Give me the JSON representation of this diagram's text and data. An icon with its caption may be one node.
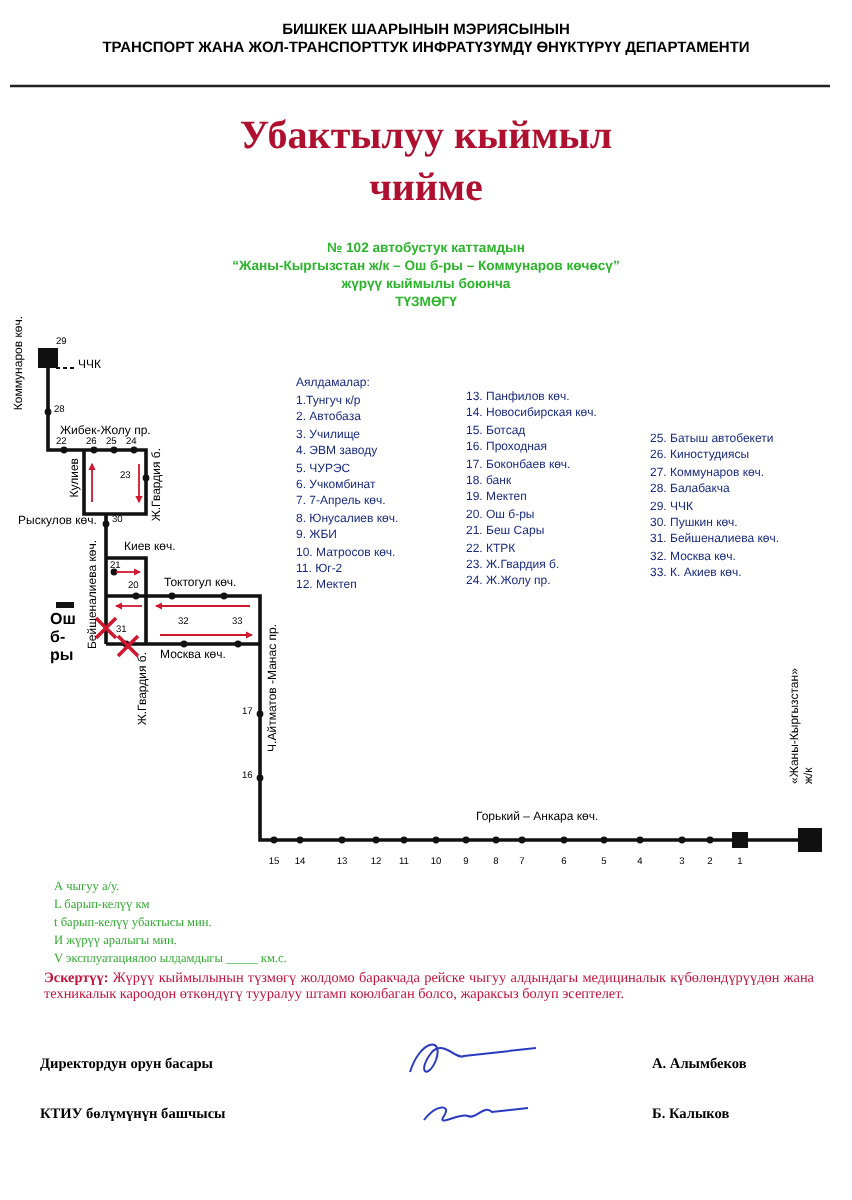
{
  "diagram": {
    "title": "Убактылуу кыймыл чийме",
    "labels": [
      "БИШКЕК ШААРЫНЫН МЭРИЯСЫНЫН",
      "ТРАНСПОРТ ЖАНА ЖОЛ-ТРАНСПОРТТУК ИНФРАТҮЗҮМДҮ ӨНҮКТҮРҮҮ ДЕПАРТАМЕНТИ",
      "№ 102 автобустук каттамдын",
      "“Жаны-Кыргызстан ж/к – Ош б-ры – Коммунаров көчөсү”",
      "жүрүү кыймылы боюнча",
      "ТҮЗМӨГҮ",
      "Коммунаров көч.",
      "29",
      "ЧЧК",
      "28",
      "Жибек-Жолу пр.",
      "22",
      "26",
      "25",
      "24",
      "Кулиев",
      "23",
      "Ж.Гвардия б.",
      "Рыскулов көч.",
      "30",
      "Киев көч.",
      "21",
      "20",
      "Токтогул көч.",
      "Ош б-ры",
      "Бейшеналиева көч.",
      "31",
      "32",
      "33",
      "Москва көч.",
      "Ж.Гвардия б.",
      "Ч.Айтматов -Манас пр.",
      "17",
      "16",
      "«Жаны-Кыргызстан» ж/к",
      "Горький – Анкара көч.",
      "15",
      "14",
      "13",
      "12",
      "11",
      "10",
      "9",
      "8",
      "7",
      "6",
      "5",
      "4",
      "3",
      "2",
      "1",
      "Аялдамалар:",
      "1.Тунгуч к/р",
      "2. Автобаза",
      "3. Училище",
      "4. ЭВМ заводу",
      "5. ЧУРЭС",
      "6. Учкомбинат",
      "7. 7-Апрель көч.",
      "8. Юнусалиев көч.",
      "9. ЖБИ",
      "10. Матросов көч.",
      "11. Юг-2",
      "12. Мектеп",
      "13. Панфилов көч.",
      "14. Новосибирская көч.",
      "15. Ботсад",
      "16. Проходная",
      "17. Боконбаев көч.",
      "18. банк",
      "19. Мектеп",
      "20. Ош б-ры",
      "21. Беш Сары",
      "22. КТРК",
      "23. Ж.Гвардия б.",
      "24. Ж.Жолу пр.",
      "25. Батыш автобекети",
      "26. Киностудиясы",
      "27. Коммунаров көч.",
      "28. Балабакча",
      "29. ЧЧК",
      "30. Пушкин көч.",
      "31. Бейшеналиева көч.",
      "32. Москва көч.",
      "33. К. Акиев көч.",
      "А чыгуу а/у.",
      "L барып-келүү км",
      "t барып-келүү убактысы мин.",
      "И жүрүү аралыгы мин.",
      "V эксплуатациялоо ылдамдыгы _____ км.с.",
      "**Эскертүү:** Жүрүү кыймылынын түзмөгү жолдомо баракчада рейске чыгуу алдындагы медициналык күбөлөндүрүүдөн жана техникалык кароодон өткөндүгү тууралуу штамп коюлбаган болсо, жараксыз болуп эсептелет.",
      "Директордун орун басары",
      "А. Алымбеков",
      "КТИУ бөлүмүнүн башчысы",
      "Б. Калыков"
    ]
  }
}
